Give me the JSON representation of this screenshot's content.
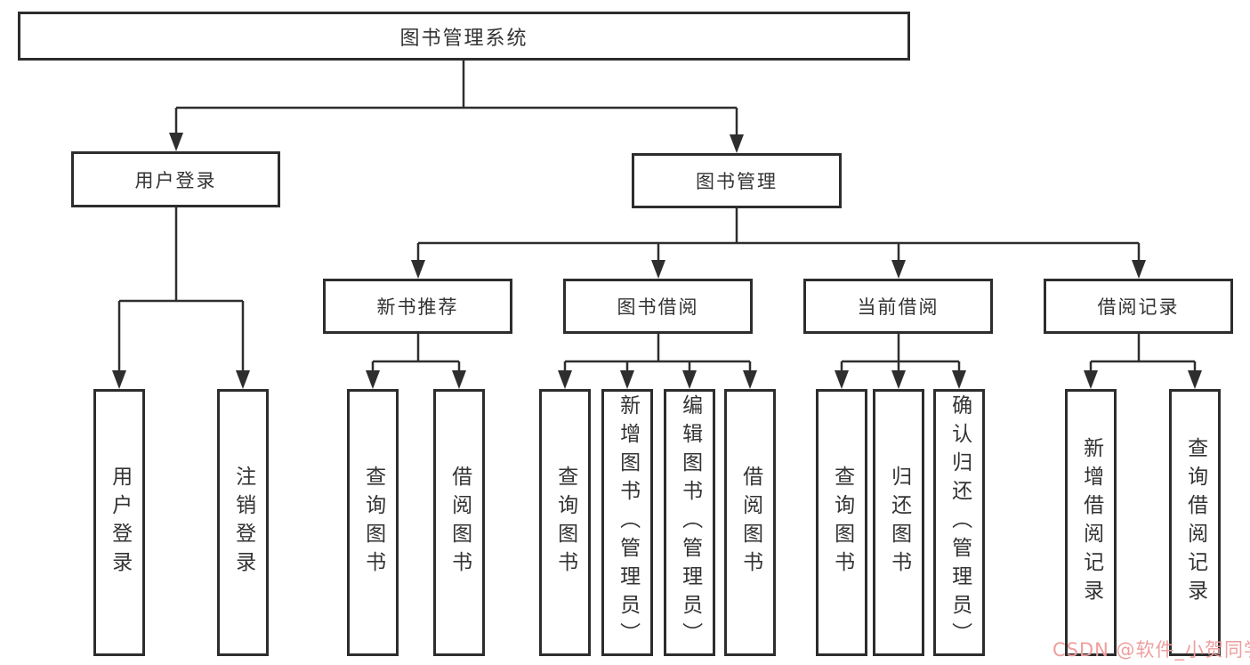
{
  "diagram": {
    "title": "图书管理系统",
    "branches": [
      {
        "label": "用户登录",
        "leaves": [
          "用户登录",
          "注销登录"
        ]
      },
      {
        "label": "图书管理",
        "groups": [
          {
            "label": "新书推荐",
            "leaves": [
              "查询图书",
              "借阅图书"
            ]
          },
          {
            "label": "图书借阅",
            "leaves": [
              "查询图书",
              "新增图书（管理员）",
              "编辑图书（管理员）",
              "借阅图书"
            ]
          },
          {
            "label": "当前借阅",
            "leaves": [
              "查询图书",
              "归还图书",
              "确认归还（管理员）"
            ]
          },
          {
            "label": "借阅记录",
            "leaves": [
              "新增借阅记录",
              "查询借阅记录"
            ]
          }
        ]
      }
    ]
  },
  "watermark": {
    "text": "CSDN @软件_小贺同学",
    "color": "#ee9e9e"
  },
  "colors": {
    "line": "#2e2e2e",
    "box_border": "#2d2d2d",
    "text": "#333333",
    "background": "#ffffff"
  }
}
